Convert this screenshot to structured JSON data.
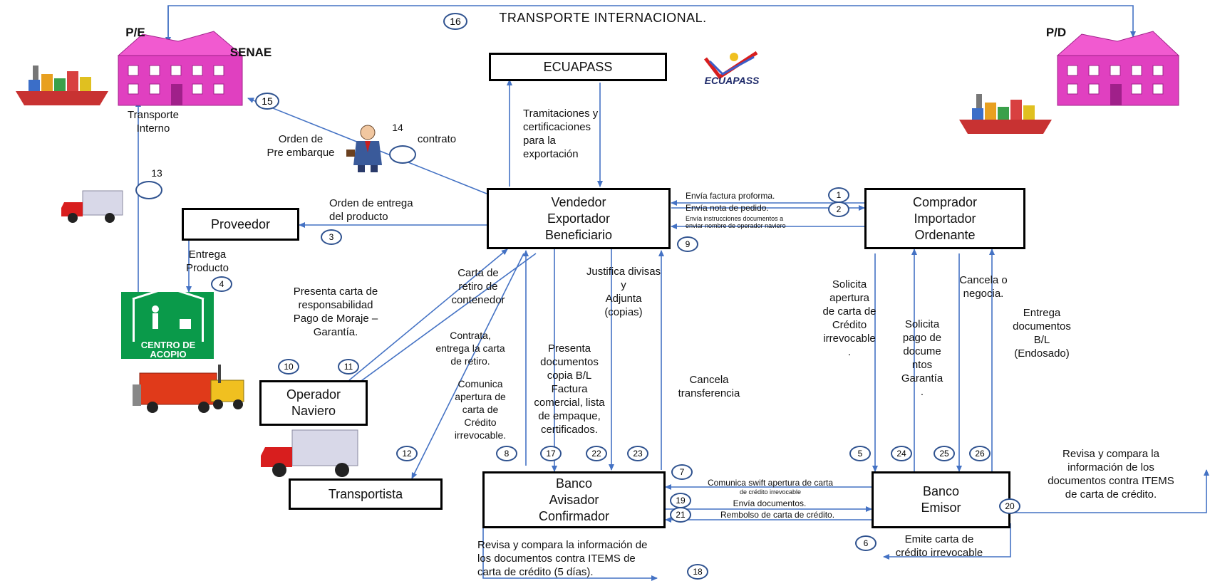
{
  "boxes": {
    "ecuapass": "ECUAPASS",
    "vendedor": "Vendedor\nExportador\nBeneficiario",
    "comprador": "Comprador\nImportador\nOrdenante",
    "proveedor": "Proveedor",
    "operador": "Operador\nNaviero",
    "transportista": "Transportista",
    "banco_avisador": "Banco\nAvisador\nConfirmador",
    "banco_emisor": "Banco\nEmisor"
  },
  "places": {
    "pe": "P/E",
    "pd": "P/D",
    "senae": "SENAE",
    "centro_line1": "CENTRO DE",
    "centro_line2": "ACOPIO",
    "logo": "ECUAPASS"
  },
  "labels": {
    "transporte_internacional": "TRANSPORTE INTERNACIONAL.",
    "transporte_interno": "Transporte\nInterno",
    "orden_pre_embarque": "Orden de\nPre embarque",
    "contrato": "contrato",
    "tramitaciones": "Tramitaciones y\ncertificaciones\npara la\nexportación",
    "orden_entrega": "Orden de entrega\ndel producto",
    "entrega_producto": "Entrega\nProducto",
    "presenta_carta": "Presenta carta de\nresponsabilidad\nPago de Moraje –\nGarantía.",
    "carta_retiro": "Carta de\nretiro de\ncontenedor",
    "contrata": "Contrata,\nentrega la carta\nde retiro.",
    "comunica_apertura": "Comunica\napertura de\ncarta de\nCrédito\nirrevocable.",
    "presenta_documentos": "Presenta\ndocumentos\ncopia B/L\nFactura\ncomercial, lista\nde empaque,\ncertificados.",
    "justifica_divisas": "Justifica divisas\ny\nAdjunta\n(copias)",
    "cancela_transferencia": "Cancela\ntransferencia",
    "envia_factura": "Envía factura proforma.",
    "envia_nota": "Envía nota de pedido.",
    "envia_instrucciones": "Envía instrucciones documentos a\nenviar nombre de operador naviero",
    "solicita_apertura": "Solicita\napertura\nde carta de\nCrédito\nirrevocable\n.",
    "solicita_pago": "Solicita\npago de\ndocume\nntos\nGarantía\n.",
    "cancela_negocia": "Cancela o\nnegocia.",
    "entrega_documentos": "Entrega\ndocumentos\nB/L\n(Endosado)",
    "revisa_emisor": "Revisa y compara la\ninformación de los\ndocumentos contra ITEMS\nde carta de crédito.",
    "comunica_swift": "Comunica swift apertura de carta",
    "comunica_swift_sub": "de crédito irrevocable",
    "envia_documentos": "Envía documentos.",
    "rembolso": "Rembolso de carta de crédito.",
    "emite_carta": "Emite carta de\ncrédito irrevocable",
    "revisa_avisador": "Revisa y compara la información de\nlos documentos contra ITEMS de\ncarta de crédito (5 días)."
  },
  "steps": {
    "s1": "1",
    "s2": "2",
    "s3": "3",
    "s4": "4",
    "s5": "5",
    "s6": "6",
    "s7": "7",
    "s8": "8",
    "s9": "9",
    "s10": "10",
    "s11": "11",
    "s12": "12",
    "s13": "13",
    "s14": "14",
    "s15": "15",
    "s16": "16",
    "s17": "17",
    "s18": "18",
    "s19": "19",
    "s20": "20",
    "s21": "21",
    "s22": "22",
    "s23": "23",
    "s24": "24",
    "s25": "25",
    "s26": "26"
  },
  "colors": {
    "arrow": "#4472c4",
    "circle": "#2f528f",
    "building": "#e040c0",
    "building_dark": "#a0208a",
    "centro_green": "#0a9a4a",
    "truck_red": "#d81e1e"
  }
}
